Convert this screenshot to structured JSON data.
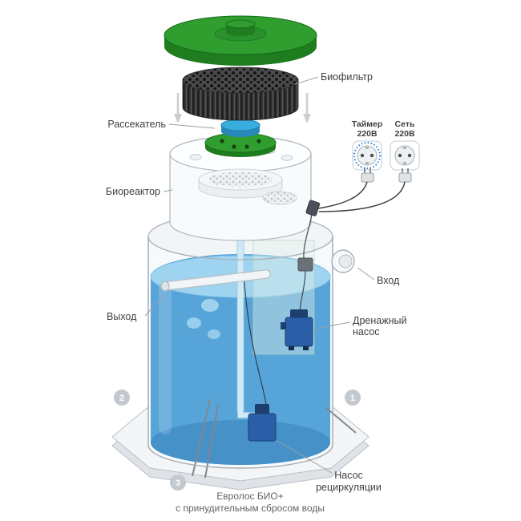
{
  "caption": {
    "line1": "Евролос БИО+",
    "line2": "с принудительным сбросом воды"
  },
  "labels": {
    "biofilter": "Биофильтр",
    "diffuser": "Рассекатель",
    "bioreactor": "Биореактор",
    "inlet": "Вход",
    "outlet": "Выход",
    "drain_pump": [
      "Дренажный",
      "насос"
    ],
    "recirc_pump": [
      "Насос",
      "рециркуляции"
    ],
    "timer": [
      "Таймер",
      "220В"
    ],
    "mains": [
      "Сеть",
      "220В"
    ]
  },
  "markers": {
    "one": "1",
    "two": "2",
    "three": "3"
  },
  "colors": {
    "lid_green": "#2f9e2f",
    "lid_green_dark": "#1f7c1f",
    "diffuser_blue": "#38aede",
    "water_light": "#9ed4f0",
    "water_main": "#4d9fd6",
    "pump_blue": "#2a5fa8",
    "marker_gray": "#c3c9cf",
    "timer_ring_blue": "#2a7fd4"
  }
}
